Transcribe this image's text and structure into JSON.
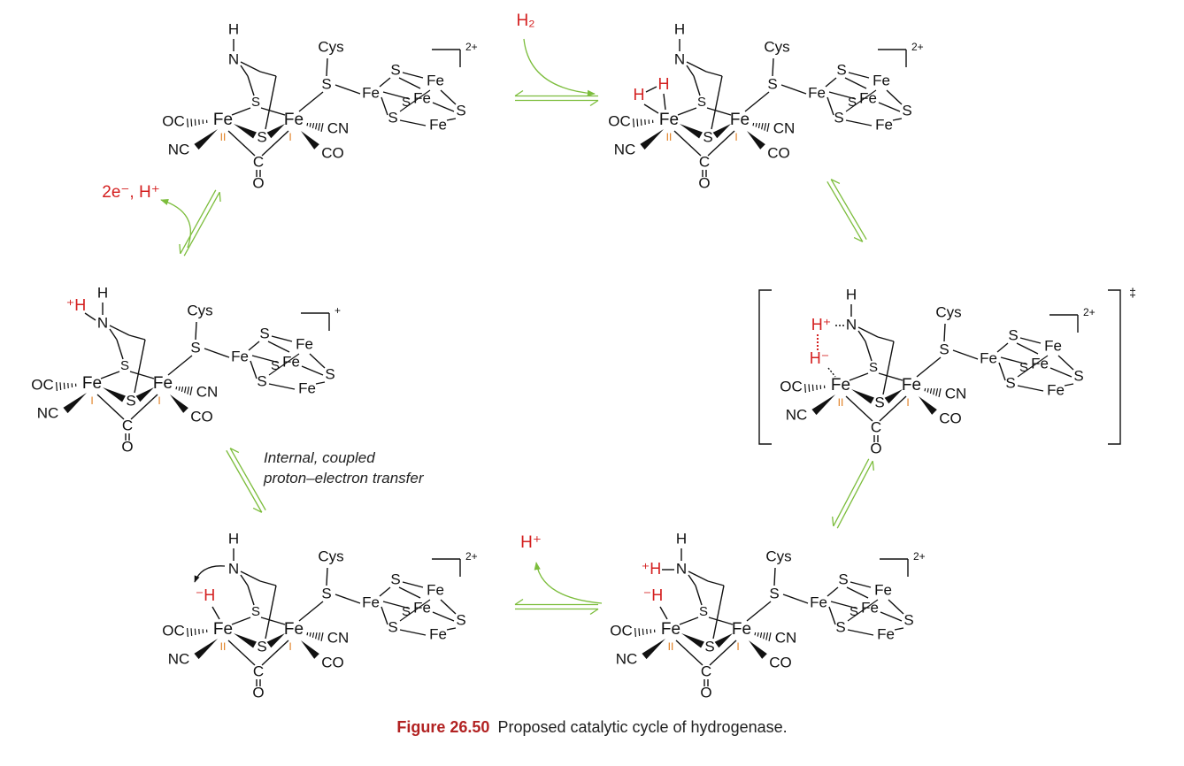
{
  "caption": {
    "figure_number": "Figure 26.50",
    "text": "Proposed catalytic cycle of hydrogenase."
  },
  "note": {
    "line1": "Internal, coupled",
    "line2": "proton–electron transfer"
  },
  "reagents": {
    "h2": "H₂",
    "electrons_proton": "2e⁻, H⁺",
    "proton_release": "H⁺"
  },
  "labels": {
    "fe": "Fe",
    "s": "S",
    "cys": "Cys",
    "h": "H",
    "n": "N",
    "oc": "OC",
    "nc": "NC",
    "cn": "CN",
    "co": "CO",
    "c": "C",
    "o": "O",
    "ox_ii": "II",
    "ox_i": "I",
    "h_plus_prefix": "⁺H",
    "h_minus_prefix": "⁻H",
    "h_plus": "H⁺",
    "h_minus": "H⁻",
    "h_n_bond": "⁺H—N"
  },
  "complexes": [
    {
      "id": "top-left",
      "charge": "2+",
      "fe_states": [
        "II",
        "I"
      ]
    },
    {
      "id": "top-right",
      "charge": "2+",
      "fe_states": [
        "II",
        "I"
      ]
    },
    {
      "id": "middle-right",
      "charge": "2+",
      "fe_states": [
        "II",
        "I"
      ],
      "transition_state": "‡"
    },
    {
      "id": "bottom-right",
      "charge": "2+",
      "fe_states": [
        "II",
        "I"
      ]
    },
    {
      "id": "bottom-left",
      "charge": "2+",
      "fe_states": [
        "II",
        "I"
      ]
    },
    {
      "id": "middle-left",
      "charge": "+",
      "fe_states": [
        "I",
        "I"
      ]
    }
  ],
  "colors": {
    "red": "#d42020",
    "orange": "#e07b1a",
    "green": "#7cbd3c",
    "black": "#111111",
    "caption_red": "#b22222"
  }
}
